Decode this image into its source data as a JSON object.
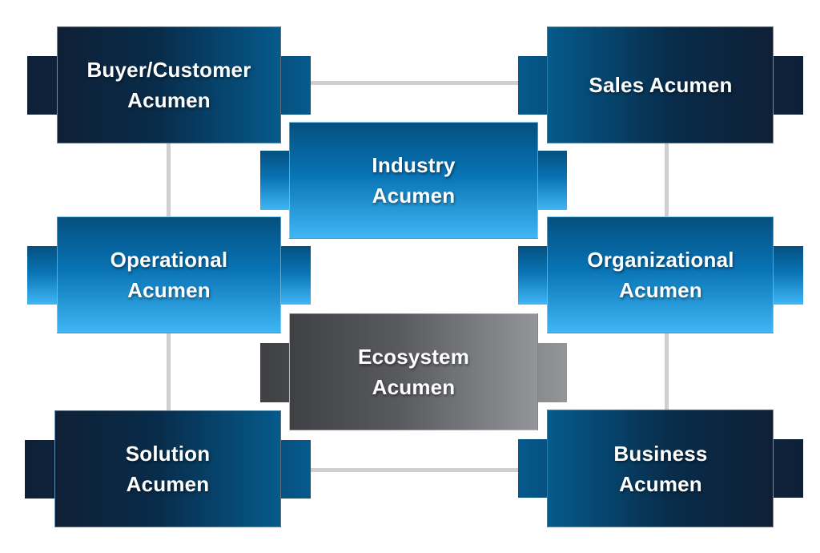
{
  "diagram": {
    "title": "",
    "boxes": [
      {
        "id": "buyer-customer",
        "line1": "Buyer/Customer",
        "line2": "Acumen",
        "style": "dark"
      },
      {
        "id": "sales",
        "line1": "Sales Acumen",
        "line2": "",
        "style": "dark"
      },
      {
        "id": "industry",
        "line1": "Industry",
        "line2": "Acumen",
        "style": "blue"
      },
      {
        "id": "operational",
        "line1": "Operational",
        "line2": "Acumen",
        "style": "blue"
      },
      {
        "id": "organizational",
        "line1": "Organizational",
        "line2": "Acumen",
        "style": "blue"
      },
      {
        "id": "ecosystem",
        "line1": "Ecosystem",
        "line2": "Acumen",
        "style": "gray"
      },
      {
        "id": "solution",
        "line1": "Solution",
        "line2": "Acumen",
        "style": "dark"
      },
      {
        "id": "business",
        "line1": "Business",
        "line2": "Acumen",
        "style": "dark"
      }
    ],
    "connections": [
      [
        "buyer-customer",
        "sales"
      ],
      [
        "buyer-customer",
        "operational"
      ],
      [
        "operational",
        "solution"
      ],
      [
        "solution",
        "business"
      ],
      [
        "sales",
        "organizational"
      ],
      [
        "organizational",
        "business"
      ]
    ],
    "colors": {
      "dark_navy": "#0f2036",
      "deep_blue": "#055a8c",
      "bright_blue": "#40b6f5",
      "gray_dark": "#3f4044",
      "gray_light": "#939598",
      "connector": "#cfcfcf",
      "text": "#ffffff"
    }
  }
}
